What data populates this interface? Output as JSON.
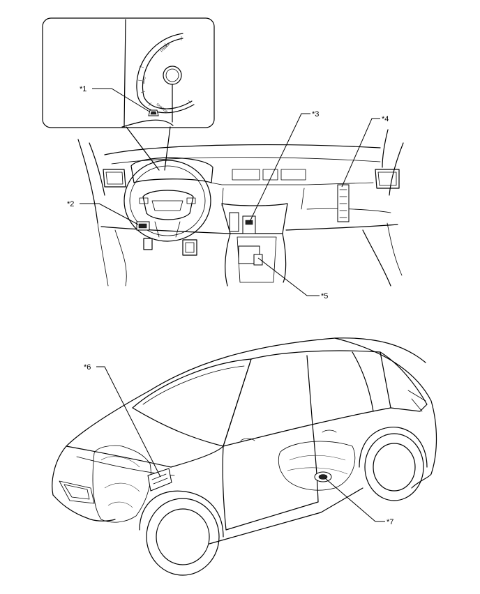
{
  "callouts": [
    {
      "id": "1",
      "label": "*1"
    },
    {
      "id": "2",
      "label": "*2"
    },
    {
      "id": "3",
      "label": "*3"
    },
    {
      "id": "4",
      "label": "*4"
    },
    {
      "id": "5",
      "label": "*5"
    },
    {
      "id": "6",
      "label": "*6"
    },
    {
      "id": "7",
      "label": "*7"
    }
  ],
  "gauge": {
    "mark_eco": "ECO",
    "mark_power": "POWER",
    "mark_charge": "CHARGE"
  }
}
